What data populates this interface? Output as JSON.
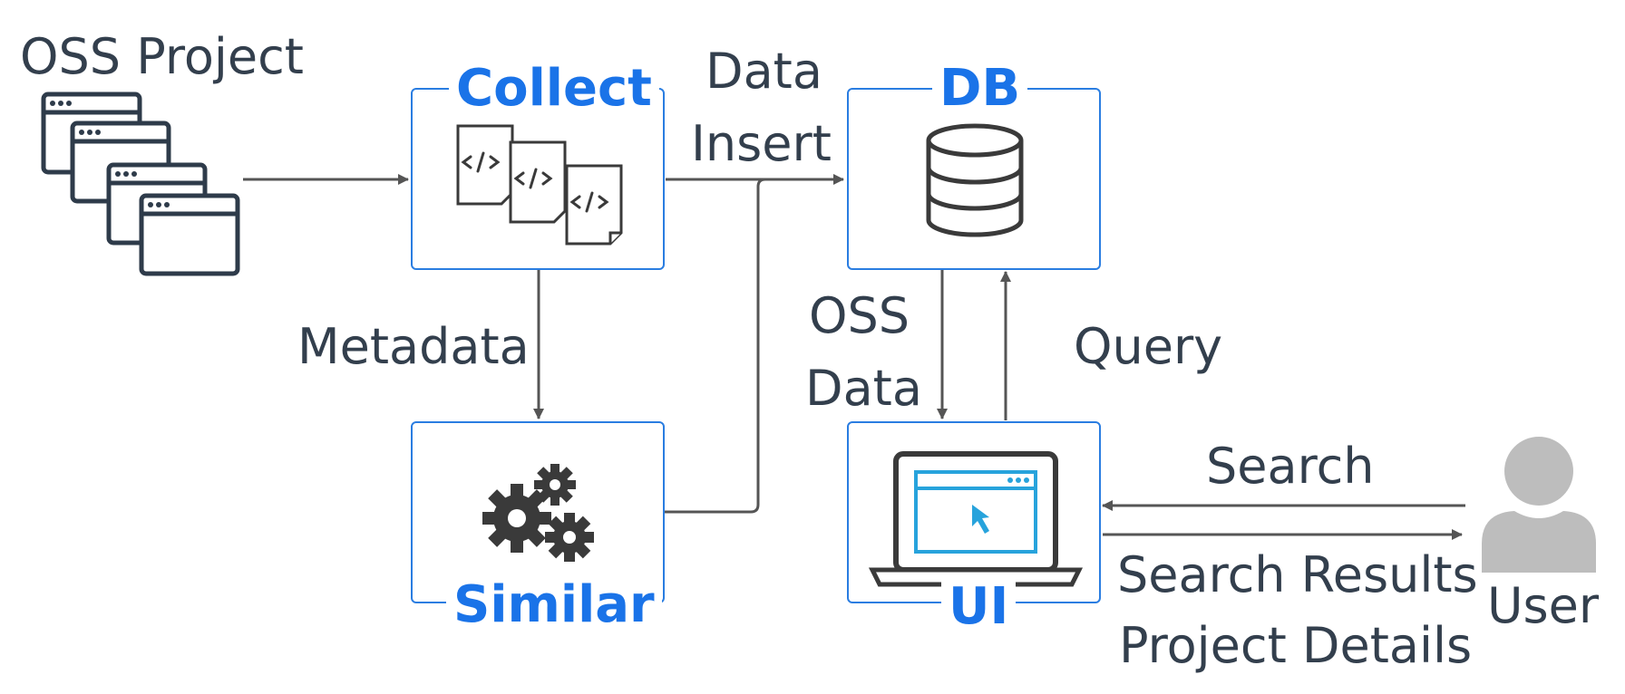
{
  "title_left": "OSS Project",
  "boxes": {
    "collect": "Collect",
    "db": "DB",
    "similar": "Similar",
    "ui": "UI"
  },
  "edges": {
    "data_insert_line1": "Data",
    "data_insert_line2": "Insert",
    "metadata": "Metadata",
    "oss_data_line1": "OSS",
    "oss_data_line2": "Data",
    "query": "Query",
    "search": "Search",
    "search_results": "Search Results",
    "project_details": "Project Details"
  },
  "actor": "User",
  "icons": {
    "oss_project": "window-stack-icon",
    "collect": "code-files-icon",
    "db": "database-icon",
    "similar": "gears-icon",
    "ui": "laptop-cursor-icon",
    "user": "user-silhouette-icon"
  },
  "colors": {
    "box_border": "#2a7de1",
    "title_blue": "#1a73e8",
    "text": "#333f4d",
    "arrow": "#555555"
  }
}
